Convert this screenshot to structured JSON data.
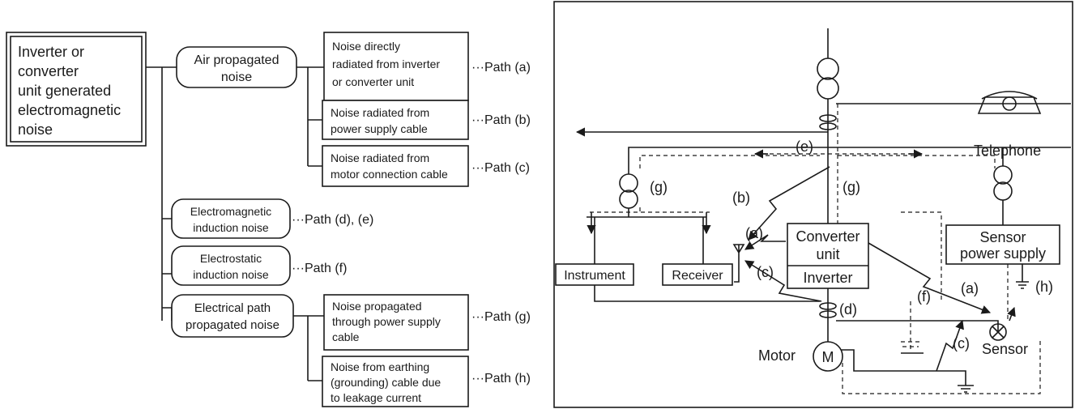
{
  "tree": {
    "root": [
      "Inverter or",
      "converter",
      "unit generated",
      "electromagnetic",
      "noise"
    ],
    "categories": {
      "air": [
        "Air propagated",
        "noise"
      ],
      "em": [
        "Electromagnetic",
        "induction noise"
      ],
      "es": [
        "Electrostatic",
        "induction noise"
      ],
      "ep": [
        "Electrical path",
        "propagated noise"
      ]
    },
    "details": {
      "a": [
        "Noise directly",
        "radiated from inverter",
        "or converter unit"
      ],
      "b": [
        "Noise radiated from",
        "power supply cable"
      ],
      "c": [
        "Noise radiated from",
        "motor connection cable"
      ],
      "g": [
        "Noise propagated",
        "through power supply",
        "cable"
      ],
      "h": [
        "Noise from earthing",
        "(grounding) cable due",
        "to leakage current"
      ]
    },
    "paths": {
      "a": "···Path (a)",
      "b": "···Path (b)",
      "c": "···Path (c)",
      "de": "···Path (d), (e)",
      "f": "···Path (f)",
      "g": "···Path (g)",
      "h": "···Path (h)"
    }
  },
  "schematic": {
    "telephone": "Telephone",
    "instrument": "Instrument",
    "receiver": "Receiver",
    "converter": [
      "Converter",
      "unit"
    ],
    "inverter": "Inverter",
    "sensor_power": [
      "Sensor",
      "power supply"
    ],
    "sensor": "Sensor",
    "motor": "Motor",
    "motor_symbol": "M",
    "labels": {
      "a1": "(a)",
      "a2": "(a)",
      "b": "(b)",
      "c1": "(c)",
      "c2": "(c)",
      "d": "(d)",
      "e": "(e)",
      "f": "(f)",
      "g1": "(g)",
      "g2": "(g)",
      "h": "(h)"
    }
  }
}
